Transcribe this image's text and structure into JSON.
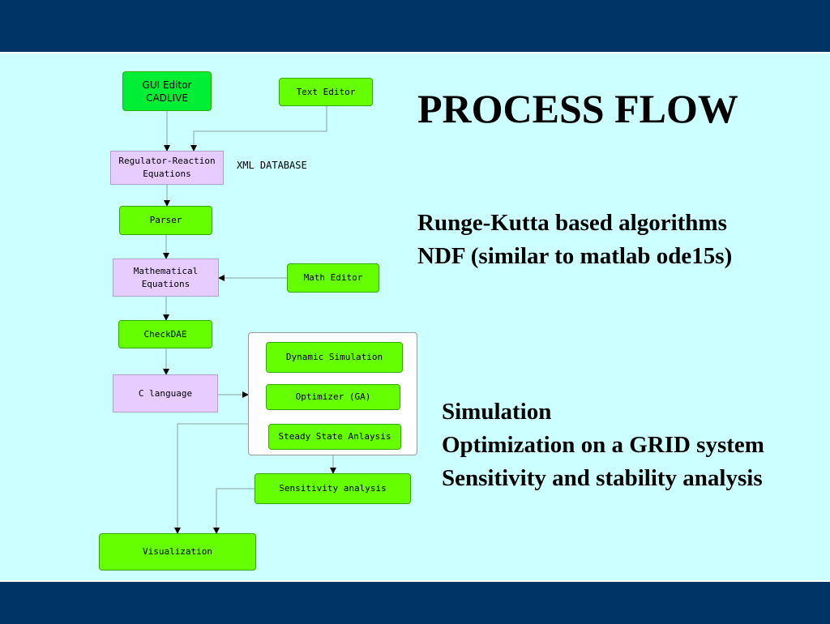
{
  "title": "PROCESS FLOW",
  "nodes": {
    "gui_editor": "GUI Editor\nCADLIVE",
    "text_editor": "Text Editor",
    "regulator": "Regulator-Reaction\nEquations",
    "xml_database": "XML DATABASE",
    "parser": "Parser",
    "math_equations": "Mathematical\nEquations",
    "math_editor": "Math Editor",
    "checkdae": "CheckDAE",
    "c_language": "C language",
    "dynamic_simulation": "Dynamic Simulation",
    "optimizer": "Optimizer (GA)",
    "steady_state": "Steady State Anlaysis",
    "sensitivity": "Sensitivity analysis",
    "visualization": "Visualization"
  },
  "algorithms": [
    "Runge-Kutta based algorithms",
    "NDF (similar to matlab ode15s)"
  ],
  "features": [
    "Simulation",
    "Optimization on a GRID system",
    "Sensitivity and stability analysis"
  ],
  "colors": {
    "band": "#003366",
    "background": "#ccffff",
    "green_box": "#66ff00",
    "lavender_box": "#e6ccff"
  }
}
